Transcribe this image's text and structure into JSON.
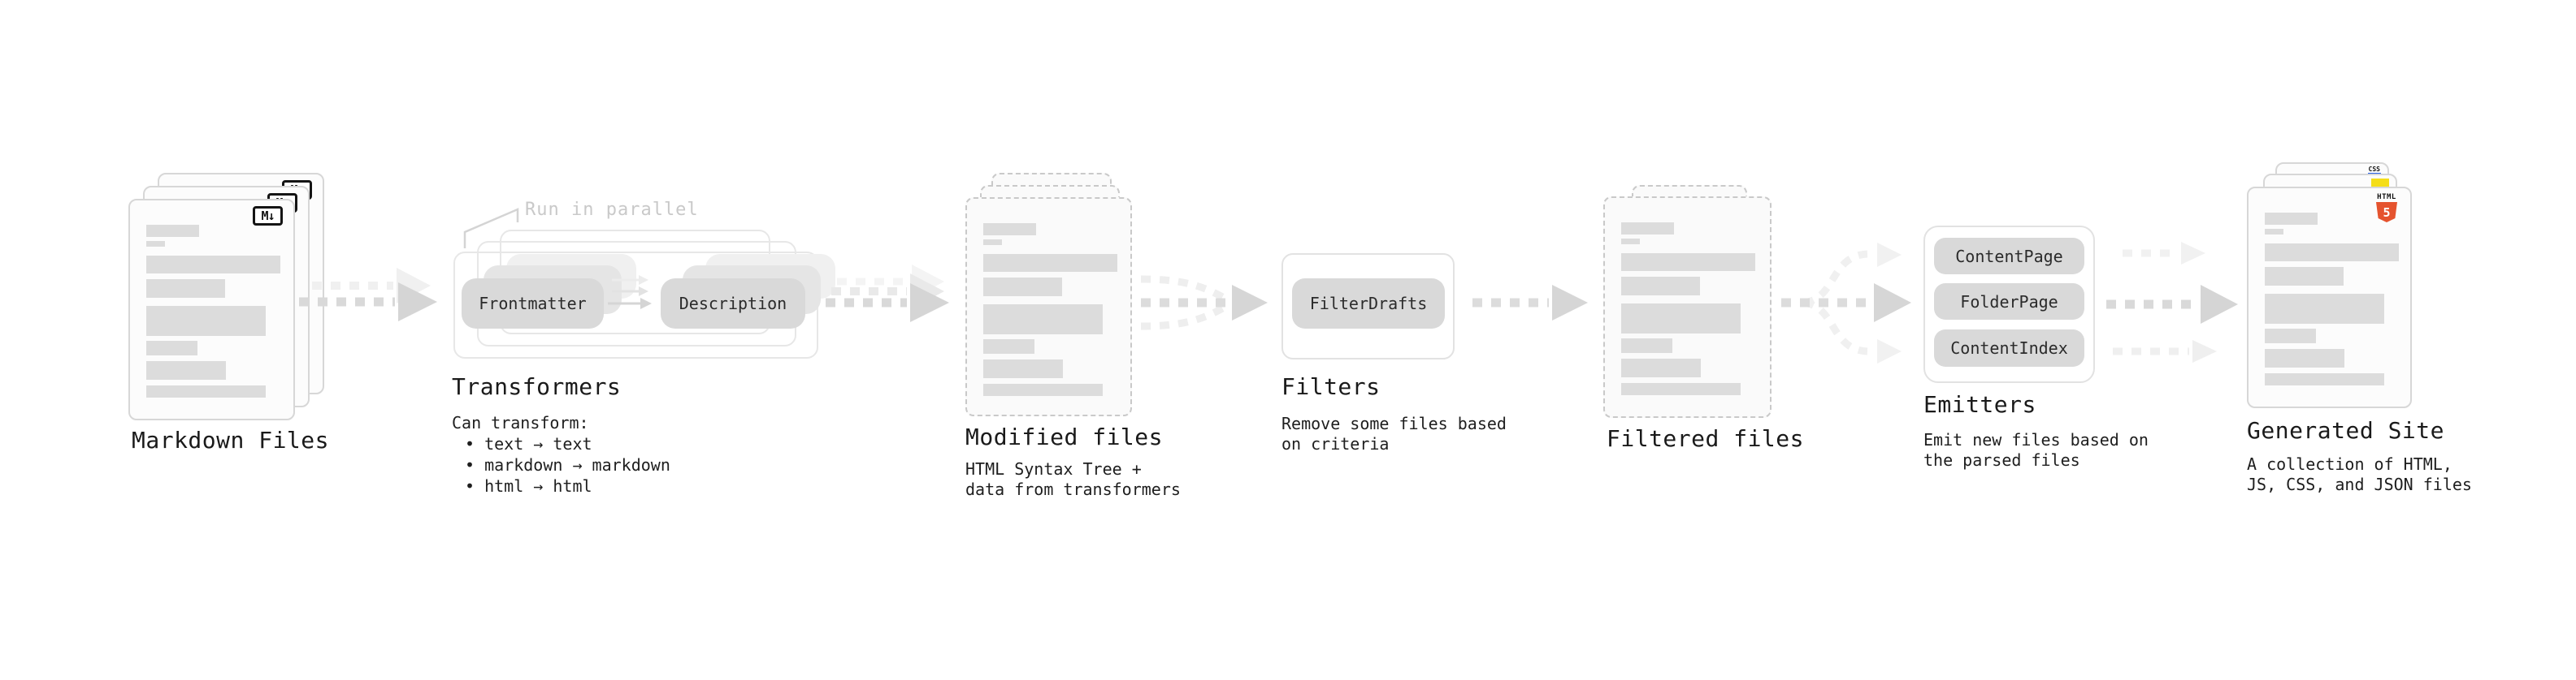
{
  "nodes": {
    "markdown": {
      "title": "Markdown Files",
      "badge": "M↓"
    },
    "transformers": {
      "title": "Transformers",
      "annotation": "Run in parallel",
      "pill_left": "Frontmatter",
      "pill_right": "Description",
      "desc_heading": "Can transform:",
      "bullets": [
        "text → text",
        "markdown → markdown",
        "html → html"
      ]
    },
    "modified": {
      "title": "Modified files",
      "subtitle": "HTML Syntax Tree +\ndata from transformers"
    },
    "filters": {
      "title": "Filters",
      "pill": "FilterDrafts",
      "subtitle": "Remove some files based\non criteria"
    },
    "filtered": {
      "title": "Filtered files"
    },
    "emitters": {
      "title": "Emitters",
      "pills": [
        "ContentPage",
        "FolderPage",
        "ContentIndex"
      ],
      "subtitle": "Emit new files based on\nthe parsed files"
    },
    "site": {
      "title": "Generated Site",
      "subtitle": "A collection of HTML,\nJS, CSS, and JSON files",
      "css_badge": "CSS",
      "html_badge_label": "HTML",
      "html_badge_number": "5"
    }
  },
  "colors": {
    "arrow_main": "#d9d9d9",
    "arrow_ghost": "#f0f0f0",
    "pill_bg": "#d9d9d9",
    "card_border": "#d7d7d7",
    "dashed_border": "#c9c9c9",
    "html5_orange": "#e5532e",
    "js_yellow": "#f5de19",
    "css_blue": "#2760e6",
    "annotation_gray": "#c9c9c9"
  }
}
